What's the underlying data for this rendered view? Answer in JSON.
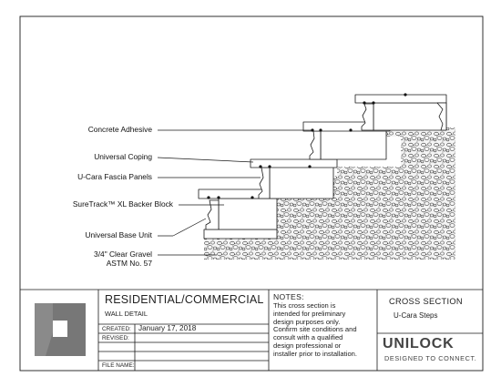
{
  "callouts": {
    "concrete_adhesive": "Concrete Adhesive",
    "universal_coping": "Universal Coping",
    "fascia_panels": "U-Cara Fascia Panels",
    "backer_block": "SureTrack™ XL Backer Block",
    "base_unit": "Universal Base Unit",
    "gravel_line1": "3/4\" Clear Gravel",
    "gravel_line2": "ASTM No. 57"
  },
  "title_block": {
    "title": "RESIDENTIAL/COMMERCIAL",
    "subtitle": "WALL DETAIL",
    "created_label": "CREATED:",
    "created_value": "January 17, 2018",
    "revised_label": "REVISED:",
    "file_name_label": "FILE NAME:",
    "notes_heading": "NOTES:",
    "notes_lines": [
      "This cross section is",
      "intended for preliminary",
      "design purposes only.",
      "Confirm site conditions and",
      "consult with a qualified",
      "design professional or",
      "installer prior to installation."
    ],
    "section_heading": "CROSS SECTION",
    "section_name": "U-Cara Steps",
    "brand_name": "UNILOCK",
    "brand_tagline": "DESIGNED TO CONNECT."
  },
  "colors": {
    "line": "#1a1a1a",
    "logo_gray": "#777777",
    "gravel_fill": "#f2f2f2"
  }
}
